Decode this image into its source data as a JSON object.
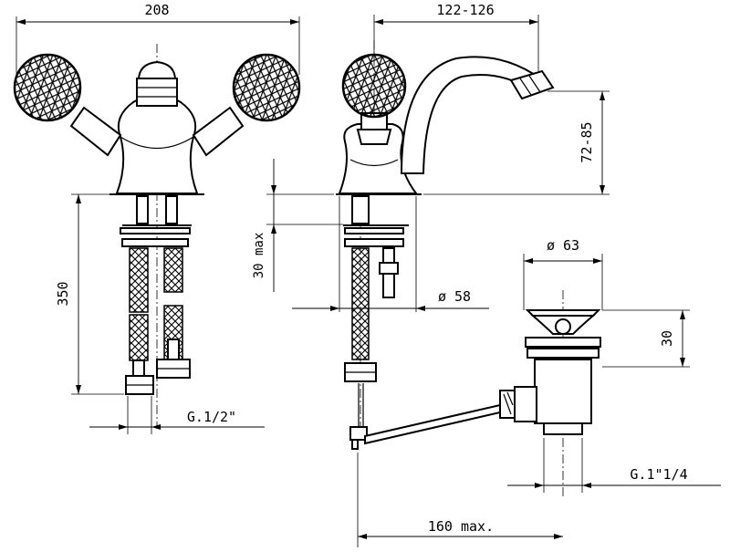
{
  "dimensions": {
    "overall_width": "208",
    "spout_reach": "122-126",
    "spout_height": "72-85",
    "hose_length": "350",
    "deck_thickness": "30 max",
    "hole_diameter": "ø 58",
    "hose_thread": "G.1/2\"",
    "waste_diameter": "ø 63",
    "waste_height": "30",
    "waste_thread": "G.1\"1/4",
    "rod_length": "160 max."
  }
}
